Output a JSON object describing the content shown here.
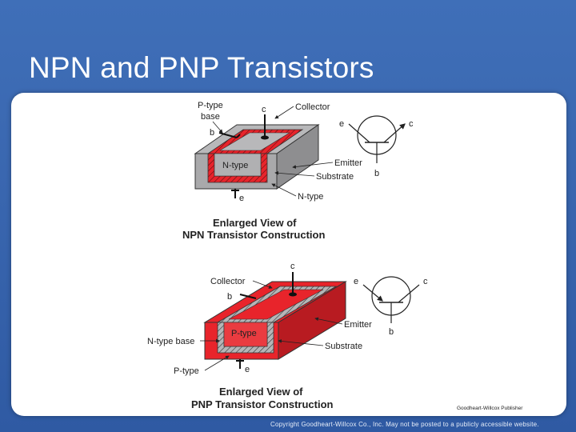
{
  "slide": {
    "title": "NPN and PNP Transistors"
  },
  "npn": {
    "labels": {
      "p_type_base_1": "P-type",
      "p_type_base_2": "base",
      "c": "c",
      "collector": "Collector",
      "b": "b",
      "n_type_inner": "N-type",
      "emitter": "Emitter",
      "substrate": "Substrate",
      "n_type": "N-type",
      "e": "e"
    },
    "symbol": {
      "e": "e",
      "c": "c",
      "b": "b"
    },
    "caption_1": "Enlarged View of",
    "caption_2": "NPN Transistor Construction"
  },
  "pnp": {
    "labels": {
      "c": "c",
      "collector": "Collector",
      "b": "b",
      "p_type_inner": "P-type",
      "emitter": "Emitter",
      "n_type_base": "N-type base",
      "substrate": "Substrate",
      "p_type": "P-type",
      "e": "e"
    },
    "symbol": {
      "e": "e",
      "c": "c",
      "b": "b"
    },
    "caption_1": "Enlarged View of",
    "caption_2": "PNP Transistor Construction"
  },
  "credit": "Goodheart-Willcox Publisher",
  "footer": "Copyright Goodheart-Willcox Co., Inc.  May not be posted to a publicly accessible website.",
  "colors": {
    "red": "#e8242b",
    "gray": "#a9a9ab",
    "background": "#3a67b0"
  }
}
